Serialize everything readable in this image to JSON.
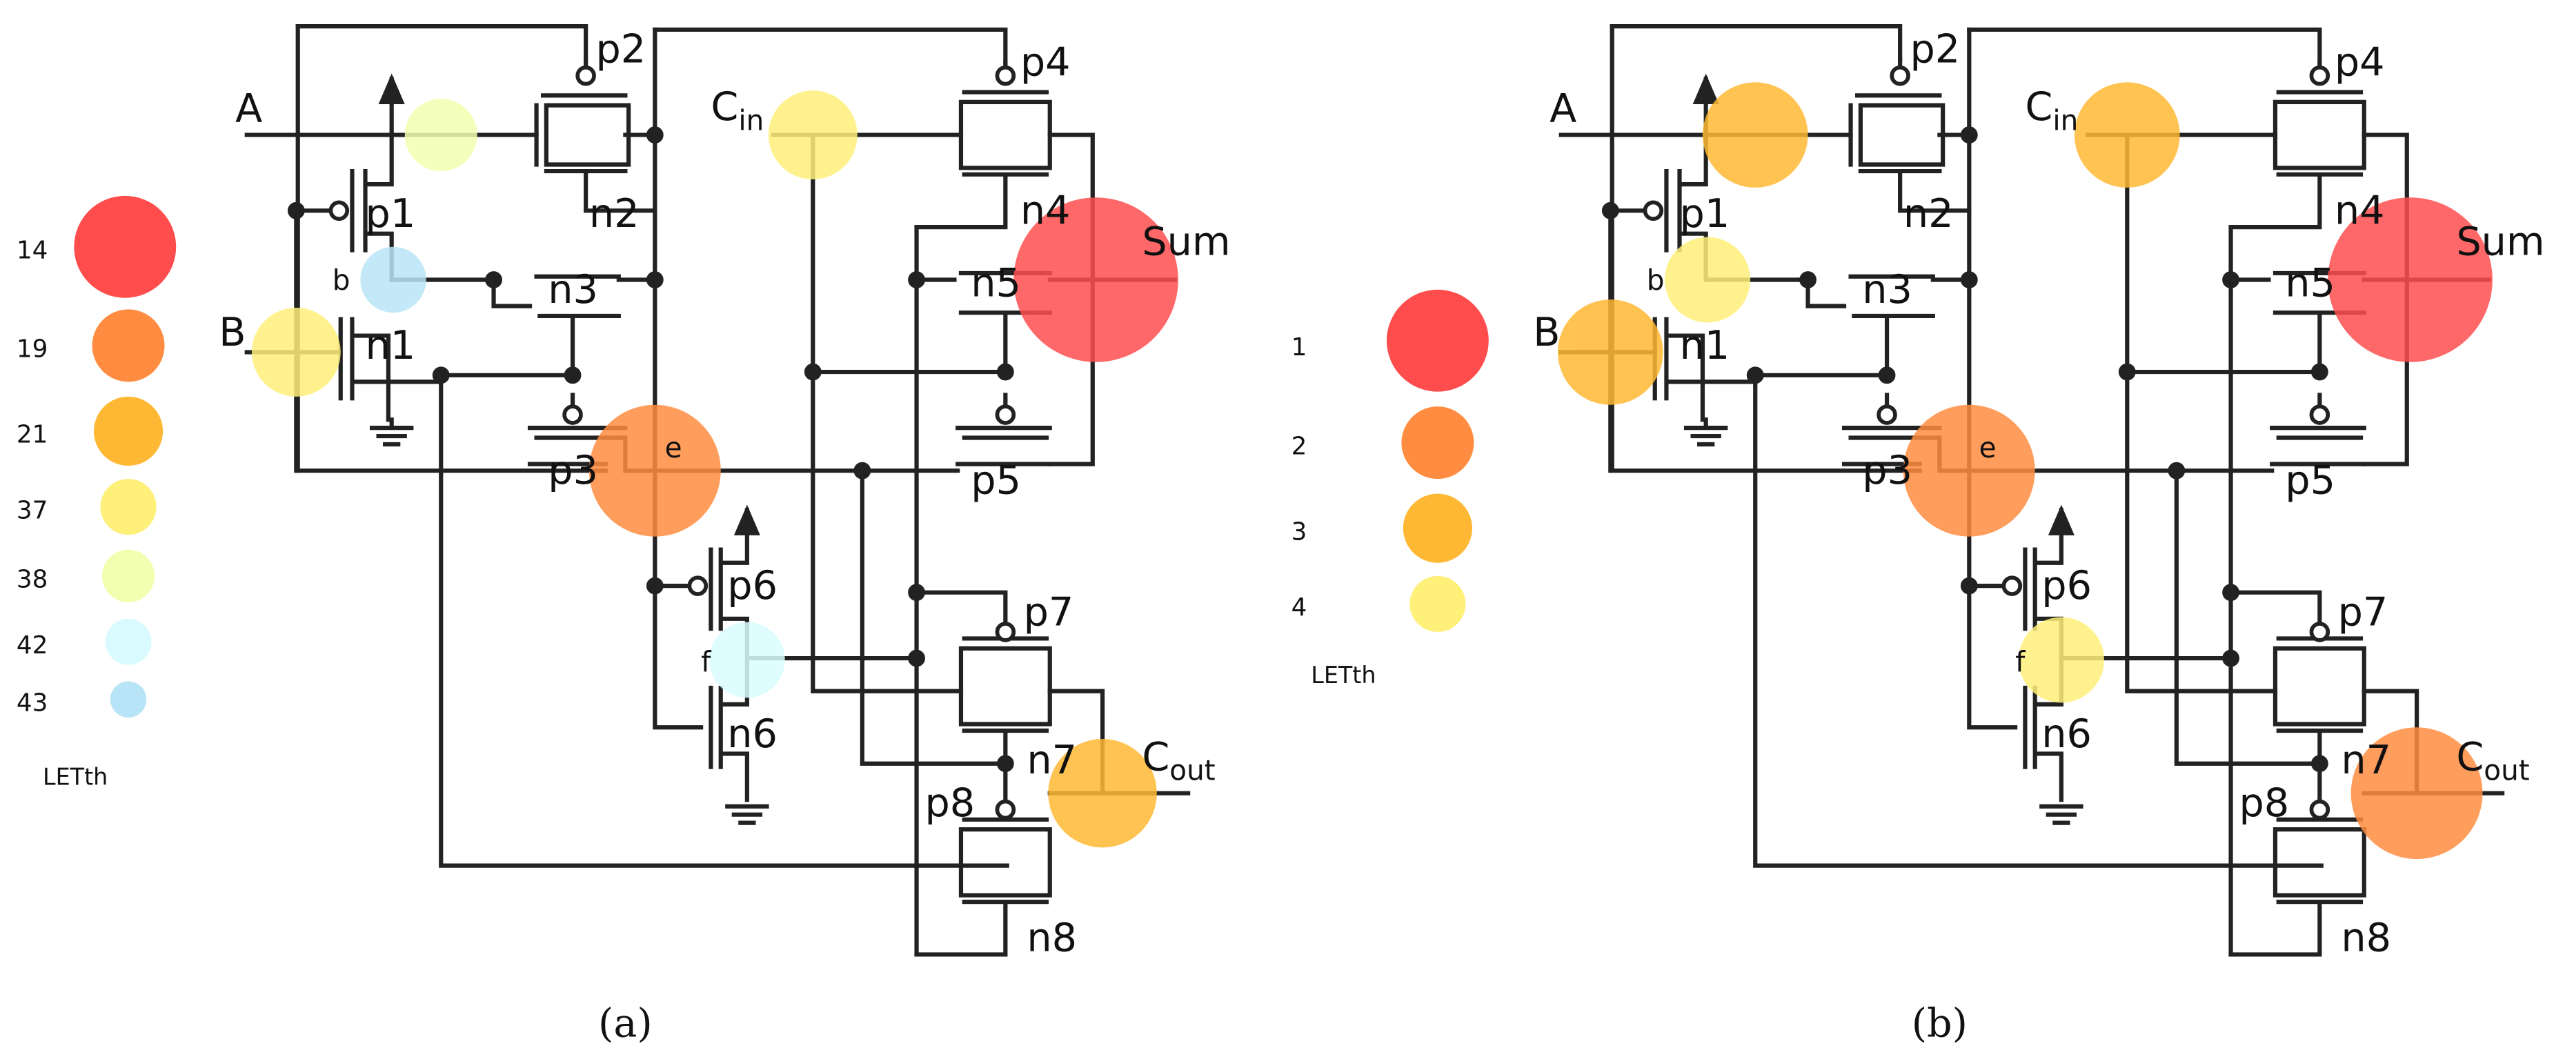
{
  "panels": [
    {
      "caption": "(a)",
      "legend_title": "LETth",
      "legend": [
        {
          "label": "14",
          "color": "#ff4d4d"
        },
        {
          "label": "19",
          "color": "#ff8c40"
        },
        {
          "label": "21",
          "color": "#ffb833"
        },
        {
          "label": "37",
          "color": "#fff07a"
        },
        {
          "label": "38",
          "color": "#f3ffb0"
        },
        {
          "label": "42",
          "color": "#d9fbff"
        },
        {
          "label": "43",
          "color": "#b8e4f7"
        }
      ],
      "node_levels": {
        "a": 4,
        "b": 6,
        "B": 3,
        "cin": 3,
        "sum": 0,
        "e": 1,
        "f": 5,
        "cout": 2
      }
    },
    {
      "caption": "(b)",
      "legend_title": "LETth",
      "legend": [
        {
          "label": "1",
          "color": "#ff4d4d"
        },
        {
          "label": "2",
          "color": "#ff8c40"
        },
        {
          "label": "3",
          "color": "#ffb833"
        },
        {
          "label": "4",
          "color": "#fff07a"
        }
      ],
      "node_levels": {
        "a": 2,
        "b": 3,
        "B": 2,
        "cin": 2,
        "sum": 0,
        "e": 1,
        "f": 3,
        "cout": 1
      }
    }
  ],
  "labels": {
    "A": "A",
    "B": "B",
    "cin_main": "C",
    "cin_sub": "in",
    "sum": "Sum",
    "cout_main": "C",
    "cout_sub": "out",
    "b": "b",
    "e": "e",
    "f": "f",
    "p1": "p1",
    "p2": "p2",
    "p3": "p3",
    "p4": "p4",
    "p5": "p5",
    "p6": "p6",
    "p7": "p7",
    "p8": "p8",
    "n1": "n1",
    "n2": "n2",
    "n3": "n3",
    "n4": "n4",
    "n5": "n5",
    "n6": "n6",
    "n7": "n7",
    "n8": "n8"
  },
  "colors": {
    "red": "#ff4d4d",
    "orange": "#ff8c40",
    "amber": "#ffb833",
    "yellow": "#fff07a",
    "pale_yellow": "#f3ffb0",
    "pale_cyan": "#d9fbff",
    "light_blue": "#b8e4f7"
  }
}
